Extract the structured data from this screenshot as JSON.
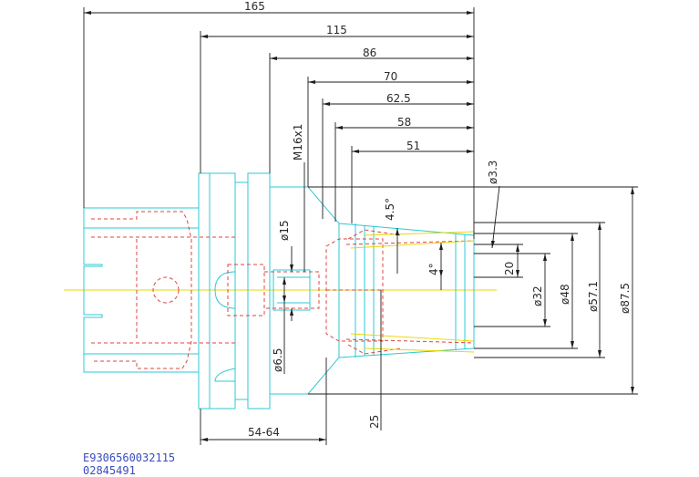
{
  "drawing": {
    "horizontal_dimensions": {
      "d165": "165",
      "d115": "115",
      "d86": "86",
      "d70": "70",
      "d62_5": "62.5",
      "d58": "58",
      "d51": "51",
      "d54_64": "54-64"
    },
    "vertical_dimensions": {
      "thread": "M16x1",
      "phi15": "ø15",
      "phi6_5": "ø6.5",
      "d25": "25",
      "angle45": "4.5°",
      "angle4": "4°",
      "phi3_3": "ø3.3",
      "d20": "20",
      "phi32": "ø32",
      "phi48": "ø48",
      "phi57_1": "ø57.1",
      "phi87_5": "ø87.5"
    },
    "identifier": {
      "line1": "E9306560032115",
      "line2": "02845491"
    },
    "colors": {
      "outline": "#2ec8d4",
      "hidden": "#e0443e",
      "centerline": "#e6d800",
      "dimension": "#1c1c1c",
      "id_text": "#3a4bbf"
    }
  }
}
